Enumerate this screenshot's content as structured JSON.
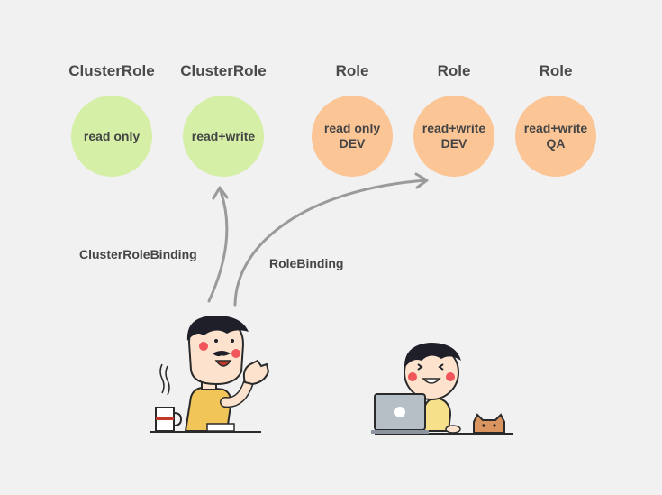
{
  "roles": [
    {
      "title": "ClusterRole",
      "lines": [
        "read only"
      ],
      "color": "#d5f0a6"
    },
    {
      "title": "ClusterRole",
      "lines": [
        "read+write"
      ],
      "color": "#d5f0a6"
    },
    {
      "title": "Role",
      "lines": [
        "read only",
        "DEV"
      ],
      "color": "#fbc596"
    },
    {
      "title": "Role",
      "lines": [
        "read+write",
        "DEV"
      ],
      "color": "#fbc596"
    },
    {
      "title": "Role",
      "lines": [
        "read+write",
        "QA"
      ],
      "color": "#fbc596"
    }
  ],
  "bindings": {
    "cluster_role_binding": "ClusterRoleBinding",
    "role_binding": "RoleBinding"
  },
  "colors": {
    "background": "#f1f1f1",
    "arrow": "#9a9a9a",
    "skin": "#fde3cd",
    "shirt": "#f2c558",
    "hair": "#1f1f2a",
    "cheek": "#f0555a",
    "laptop": "#b6bec6",
    "cat": "#d9945f"
  },
  "icons": [
    "mustached-person-icon",
    "coffee-mug-icon",
    "person-with-laptop-icon",
    "cat-icon"
  ]
}
